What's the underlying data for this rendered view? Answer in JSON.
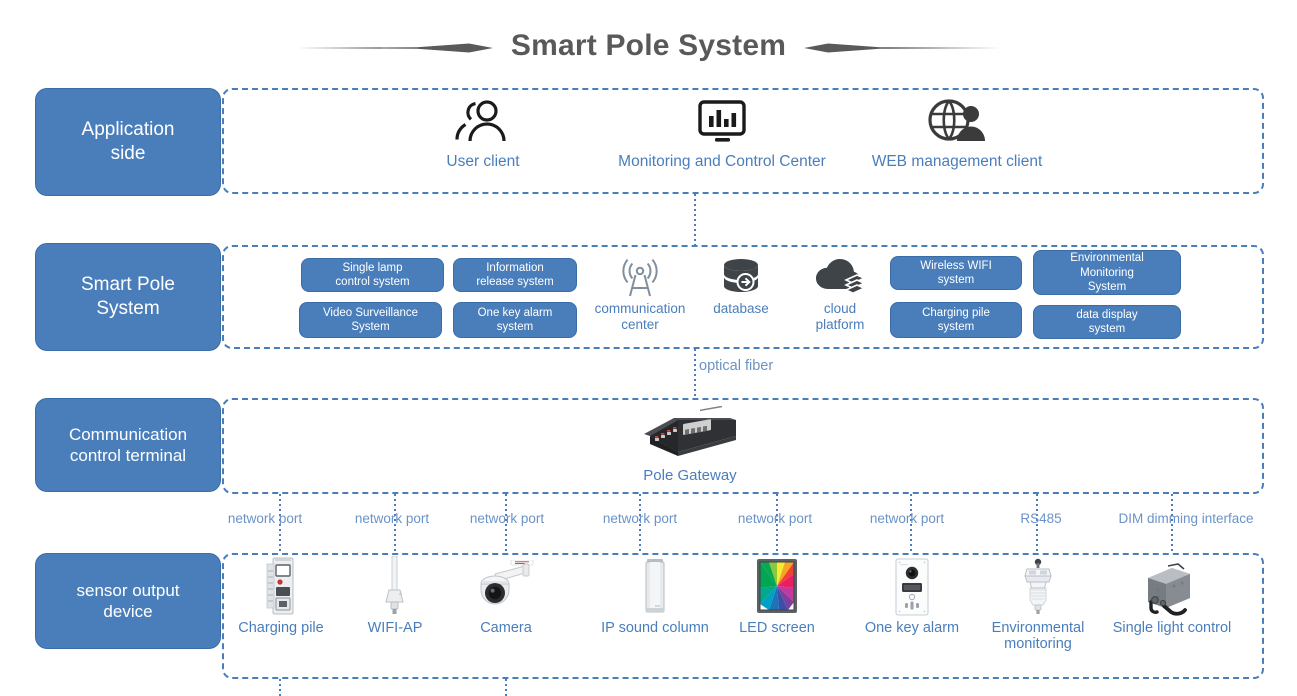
{
  "title": "Smart Pole System",
  "accent_color": "#4a7ebb",
  "band_border_color": "#4a7ebb",
  "title_color": "#595959",
  "rows": {
    "application": {
      "label": "Application\nside"
    },
    "smart_pole": {
      "label": "Smart Pole\nSystem"
    },
    "communication": {
      "label": "Communication\ncontrol terminal"
    },
    "sensor": {
      "label": "sensor output\ndevice"
    }
  },
  "application_items": [
    {
      "icon": "users-icon",
      "caption": "User client"
    },
    {
      "icon": "monitor-chart-icon",
      "caption": "Monitoring and Control Center"
    },
    {
      "icon": "globe-user-icon",
      "caption": "WEB management client"
    }
  ],
  "smart_pole_boxes": [
    {
      "label": "Single lamp\ncontrol system"
    },
    {
      "label": "Information\nrelease system"
    },
    {
      "label": "Video Surveillance\nSystem"
    },
    {
      "label": "One key alarm\nsystem"
    },
    {
      "label": "Wireless WIFI\nsystem"
    },
    {
      "label": "Environmental\nMonitoring\nSystem"
    },
    {
      "label": "Charging pile\nsystem"
    },
    {
      "label": "data display\nsystem"
    }
  ],
  "smart_pole_icons": [
    {
      "icon": "antenna-tower-icon",
      "caption": "communication\ncenter"
    },
    {
      "icon": "database-icon",
      "caption": "database"
    },
    {
      "icon": "cloud-platform-icon",
      "caption": "cloud\nplatform"
    }
  ],
  "gateway": {
    "icon": "pole-gateway-device-icon",
    "caption": "Pole Gateway"
  },
  "optical_fiber_label": "optical fiber",
  "port_labels": [
    "network port",
    "network port",
    "network port",
    "network port",
    "network port",
    "network port",
    "RS485",
    "DIM dimming interface"
  ],
  "sensor_items": [
    {
      "icon": "charging-pile-icon",
      "caption": "Charging pile"
    },
    {
      "icon": "wifi-ap-icon",
      "caption": "WIFI-AP"
    },
    {
      "icon": "ptz-camera-icon",
      "caption": "Camera"
    },
    {
      "icon": "ip-sound-column-icon",
      "caption": "IP sound column"
    },
    {
      "icon": "led-screen-icon",
      "caption": "LED screen"
    },
    {
      "icon": "one-key-alarm-icon",
      "caption": "One key alarm"
    },
    {
      "icon": "environmental-sensor-icon",
      "caption": "Environmental\nmonitoring"
    },
    {
      "icon": "single-light-control-icon",
      "caption": "Single light control"
    }
  ]
}
